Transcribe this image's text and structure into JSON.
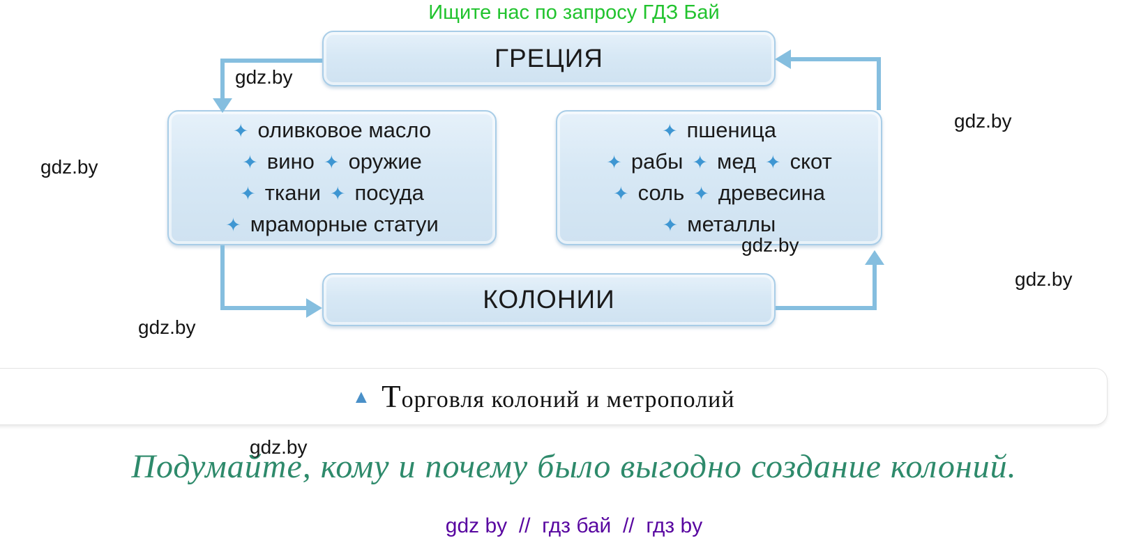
{
  "page": {
    "header_banner": "Ищите нас по запросу ГДЗ Бай",
    "watermark": "gdz.by",
    "footer": "gdz by  //  гдз бай  //  гдз by"
  },
  "diagram": {
    "bullet": "✦",
    "greece_box": {
      "label": "ГРЕЦИЯ"
    },
    "colonies_box": {
      "label": "КОЛОНИИ"
    },
    "greece_exports": [
      [
        "оливковое масло"
      ],
      [
        "вино",
        "оружие"
      ],
      [
        "ткани",
        "посуда"
      ],
      [
        "мраморные статуи"
      ]
    ],
    "colonies_exports": [
      [
        "пшеница"
      ],
      [
        "рабы",
        "мед",
        "скот"
      ],
      [
        "соль",
        "древесина"
      ],
      [
        "металлы"
      ]
    ],
    "colors": {
      "box_fill": "#d7e8f5",
      "box_border": "#a9cde7",
      "arrow": "#85bedf",
      "bullet": "#3e96d2"
    }
  },
  "caption": {
    "marker": "▲",
    "first_letter": "Т",
    "rest": "орговля колоний и метрополий"
  },
  "question": "Подумайте, кому и почему было выгодно создание колоний."
}
